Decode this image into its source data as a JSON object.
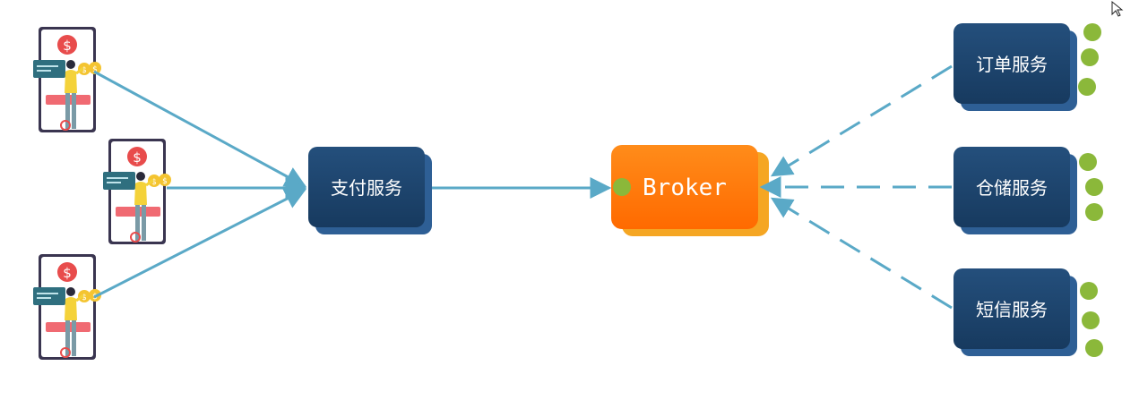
{
  "producer": {
    "label": "支付服务"
  },
  "broker": {
    "label": "Broker"
  },
  "consumers": [
    {
      "label": "订单服务"
    },
    {
      "label": "仓储服务"
    },
    {
      "label": "短信服务"
    }
  ],
  "colors": {
    "service_box": "#1f4670",
    "service_box_back": "#2e5f95",
    "broker_box": "#ff7a00",
    "broker_box_back": "#f5a623",
    "line": "#5aa9c7",
    "queue_dot": "#8bb83a",
    "phone_frame": "#3a3550",
    "dollar_badge": "#e84c4c",
    "coin": "#f4c430",
    "card": "#2f6f7f"
  },
  "icons": {
    "user": "phone-payment-user-icon",
    "queue": "message-dot-icon"
  }
}
